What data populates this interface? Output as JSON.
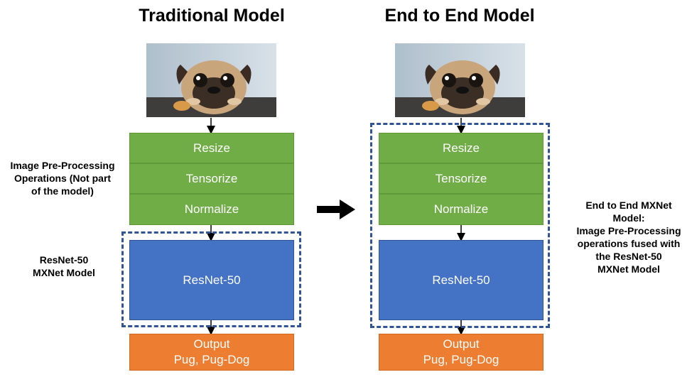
{
  "left": {
    "title": "Traditional Model",
    "steps": [
      "Resize",
      "Tensorize",
      "Normalize"
    ],
    "model": "ResNet-50",
    "output_line1": "Output",
    "output_line2": "Pug, Pug-Dog",
    "label_preprocessing_lines": [
      "Image Pre-Processing",
      "Operations (Not part",
      "of the model)"
    ],
    "label_model_lines": [
      "ResNet-50",
      "MXNet Model"
    ]
  },
  "right": {
    "title": "End to End Model",
    "steps": [
      "Resize",
      "Tensorize",
      "Normalize"
    ],
    "model": "ResNet-50",
    "output_line1": "Output",
    "output_line2": "Pug, Pug-Dog",
    "label_lines": [
      "End to End MXNet",
      "Model:",
      "Image Pre-Processing",
      "operations fused with",
      "the ResNet-50",
      "MXNet Model"
    ]
  },
  "colors": {
    "green": "#70ad47",
    "blue": "#4472c4",
    "orange": "#ed7d31",
    "dash": "#2f5597"
  }
}
